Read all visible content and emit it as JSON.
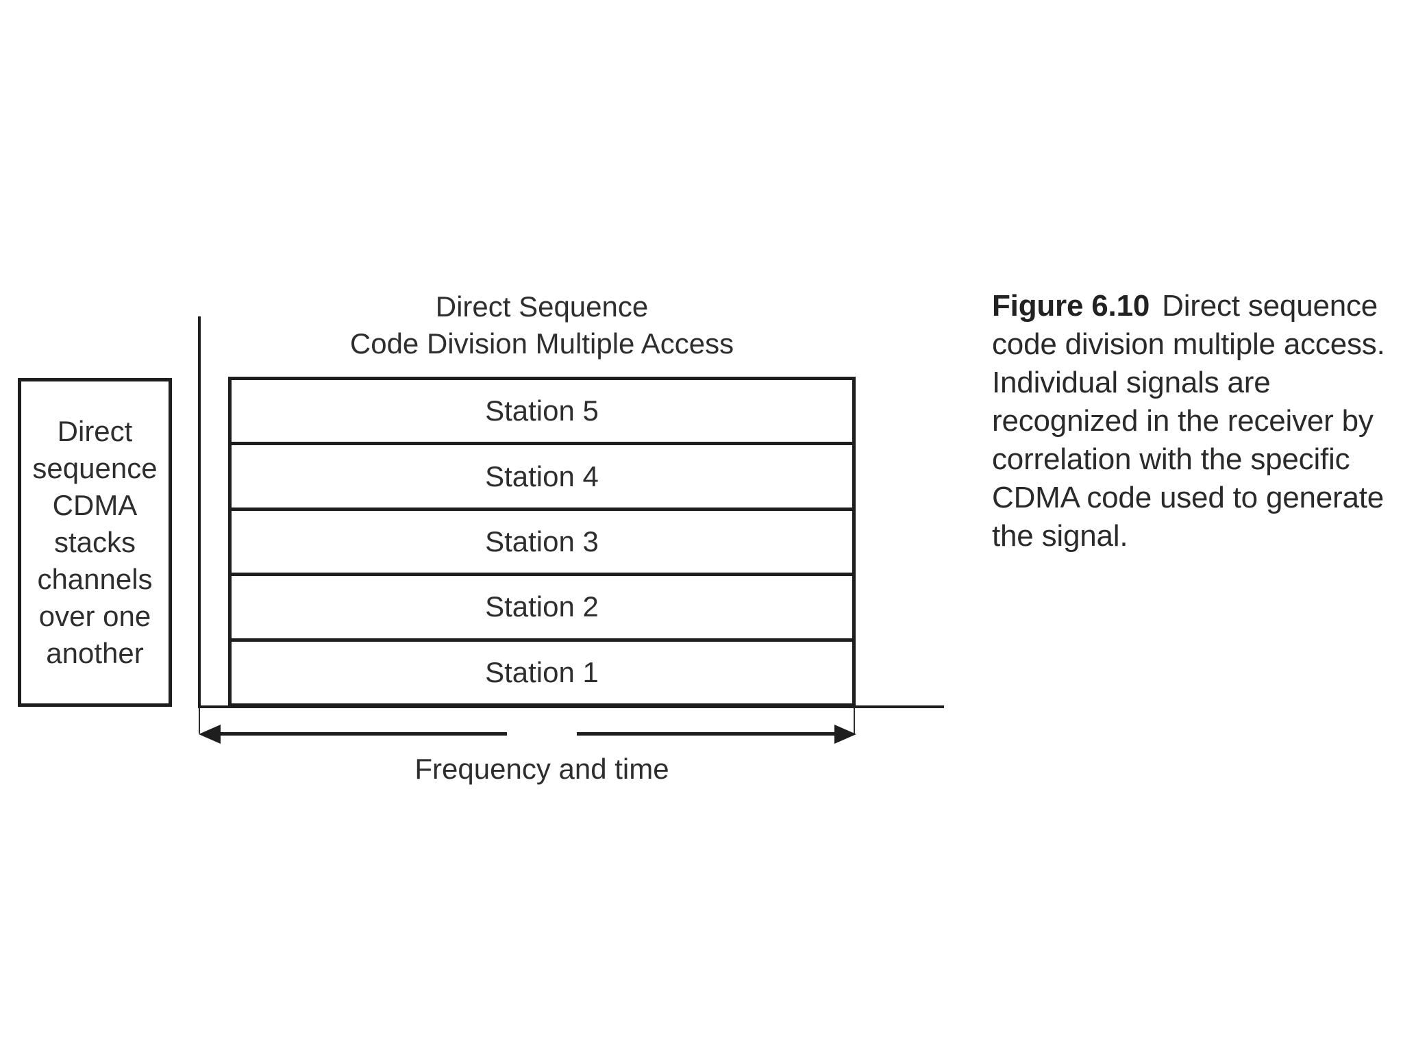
{
  "figure": {
    "left_note": {
      "lines": [
        "Direct",
        "sequence",
        "CDMA",
        "stacks",
        "channels",
        "over one",
        "another"
      ]
    },
    "diagram_title": {
      "line1": "Direct Sequence",
      "line2": "Code Division Multiple Access"
    },
    "stations": [
      "Station 5",
      "Station 4",
      "Station 3",
      "Station 2",
      "Station 1"
    ],
    "x_axis_label": "Frequency and time",
    "caption": {
      "label": "Figure 6.10",
      "line1_rest": "Direct sequence",
      "lines": [
        "code division multiple access.",
        "Individual signals are",
        "recognized in the receiver by",
        "correlation with the specific",
        "CDMA code used to generate",
        "the signal."
      ]
    },
    "colors": {
      "ink": "#1e1e1e",
      "text": "#2e2e2e",
      "background": "#ffffff"
    }
  }
}
